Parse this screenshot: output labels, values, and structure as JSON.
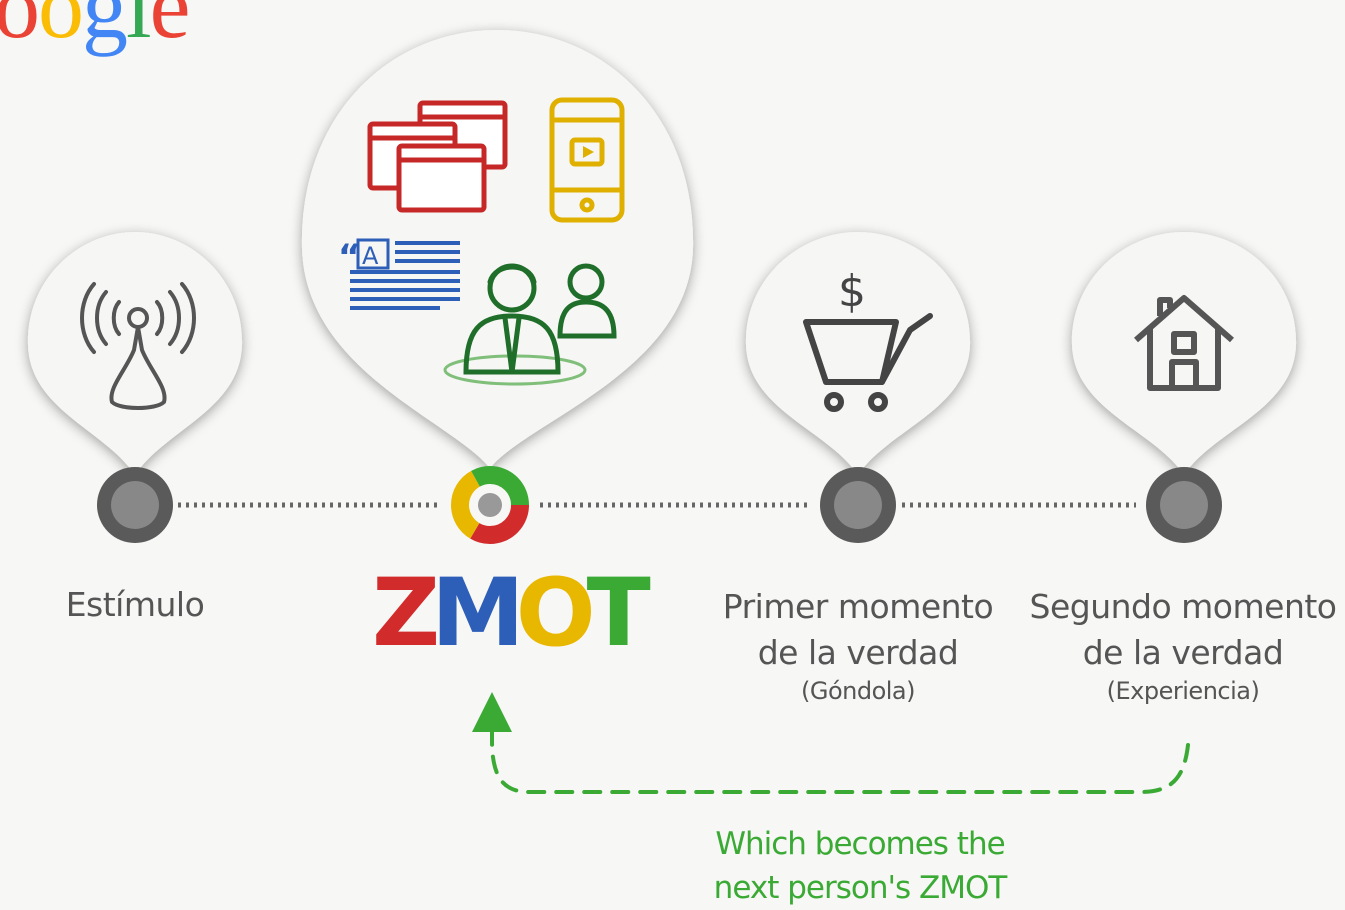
{
  "logo": {
    "letters": [
      "o",
      "o",
      "g",
      "l",
      "e"
    ],
    "colors": [
      "#ea4335",
      "#fbbc05",
      "#4285f4",
      "#34a853",
      "#ea4335"
    ]
  },
  "colors": {
    "red": "#d22b2b",
    "green": "#3aaa35",
    "blue": "#2d5fb8",
    "yellow": "#e8b700",
    "gray": "#555555"
  },
  "stages": [
    {
      "id": "estimulo",
      "label": "Estímulo",
      "icon": "radio-tower-icon"
    },
    {
      "id": "zmot",
      "label": "ZMOT",
      "icon": "zmot-media-icons"
    },
    {
      "id": "fmot",
      "label_line1": "Primer momento",
      "label_line2": "de la verdad",
      "sub": "(Góndola)",
      "icon": "shopping-cart-icon"
    },
    {
      "id": "smot",
      "label_line1": "Segundo momento",
      "label_line2": "de la verdad",
      "sub": "(Experiencia)",
      "icon": "house-icon"
    }
  ],
  "zmot_letters": [
    "Z",
    "M",
    "O",
    "T"
  ],
  "zmot_letter_colors": [
    "#d22b2b",
    "#2d5fb8",
    "#e8b700",
    "#3aaa35"
  ],
  "feedback": {
    "line1": "Which becomes the",
    "line2": "next person's ZMOT"
  }
}
